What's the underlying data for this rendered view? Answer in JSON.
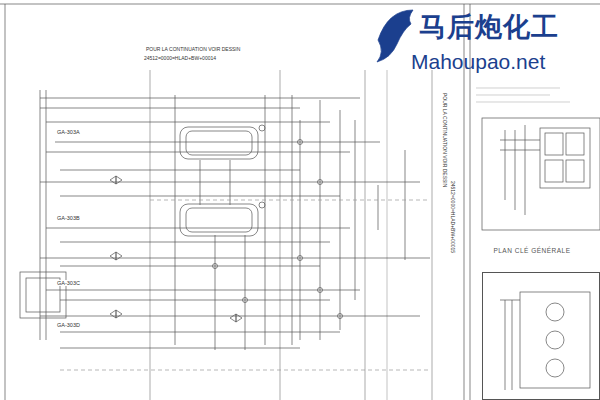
{
  "diagram": {
    "nodes": [
      {
        "text": [
          "PLAN CLÉ GÉNÉRALE"
        ]
      }
    ],
    "labels": [
      "POUR LA CONTINUATION VOIR DESSIN",
      "24512=0000=HLAD+BW+00014",
      "POUR LA CONTINUATION VOIR DESSIN",
      "24512=0000=HLAD+BW+00015",
      "GA-303A",
      "GA-303B",
      "GA-303C",
      "GA-303D",
      "马后炮化工",
      "Mahoupao.net"
    ]
  }
}
